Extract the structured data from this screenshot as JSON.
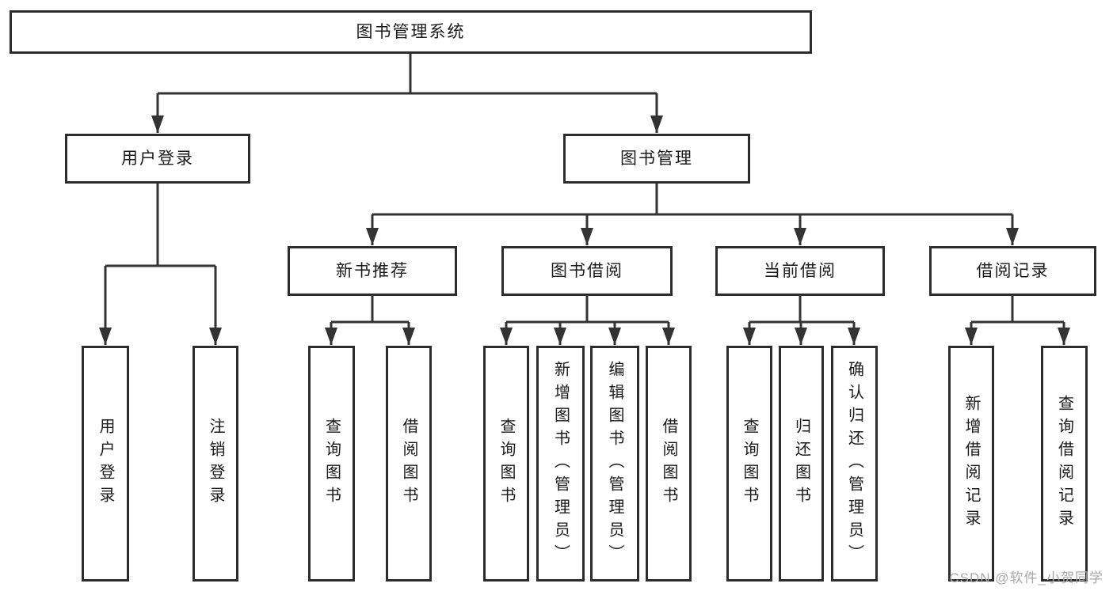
{
  "diagram": {
    "root": {
      "label": "图书管理系统",
      "children": [
        {
          "label": "用户登录",
          "children": [
            {
              "label": "用户登录"
            },
            {
              "label": "注销登录"
            }
          ]
        },
        {
          "label": "图书管理",
          "children": [
            {
              "label": "新书推荐",
              "children": [
                {
                  "label": "查询图书"
                },
                {
                  "label": "借阅图书"
                }
              ]
            },
            {
              "label": "图书借阅",
              "children": [
                {
                  "label": "查询图书"
                },
                {
                  "label": "新增图书（管理员）"
                },
                {
                  "label": "编辑图书（管理员）"
                },
                {
                  "label": "借阅图书"
                }
              ]
            },
            {
              "label": "当前借阅",
              "children": [
                {
                  "label": "查询图书"
                },
                {
                  "label": "归还图书"
                },
                {
                  "label": "确认归还（管理员）"
                }
              ]
            },
            {
              "label": "借阅记录",
              "children": [
                {
                  "label": "新增借阅记录"
                },
                {
                  "label": "查询借阅记录"
                }
              ]
            }
          ]
        }
      ]
    }
  },
  "watermark": "CSDN @软件_小贺同学",
  "colors": {
    "line": "#333333",
    "box_border": "#2d2d2d",
    "box_fill": "#ffffff",
    "text": "#1a1a1a",
    "watermark": "#a8a8a8"
  }
}
